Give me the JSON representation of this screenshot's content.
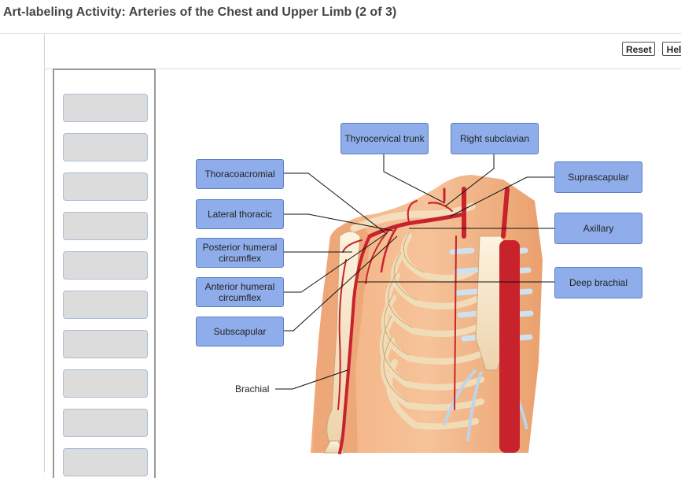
{
  "header": {
    "title": "Art-labeling Activity: Arteries of the Chest and Upper Limb (2 of 3)"
  },
  "toolbar": {
    "reset_label": "Reset",
    "help_label": "Hel"
  },
  "labels": {
    "thyrocervical_trunk": "Thyrocervical trunk",
    "right_subclavian": "Right subclavian",
    "thoracoacromial": "Thoracoacromial",
    "suprascapular": "Suprascapular",
    "lateral_thoracic": "Lateral thoracic",
    "axillary": "Axillary",
    "posterior_humeral_circumflex": "Posterior humeral circumflex",
    "anterior_humeral_circumflex": "Anterior humeral circumflex",
    "deep_brachial": "Deep brachial",
    "subscapular": "Subscapular",
    "brachial": "Brachial"
  },
  "colors": {
    "label_fill": "#8fadea",
    "label_border": "#5b7fc4",
    "slot_fill": "#dcdcdc",
    "artery": "#c8232c"
  }
}
